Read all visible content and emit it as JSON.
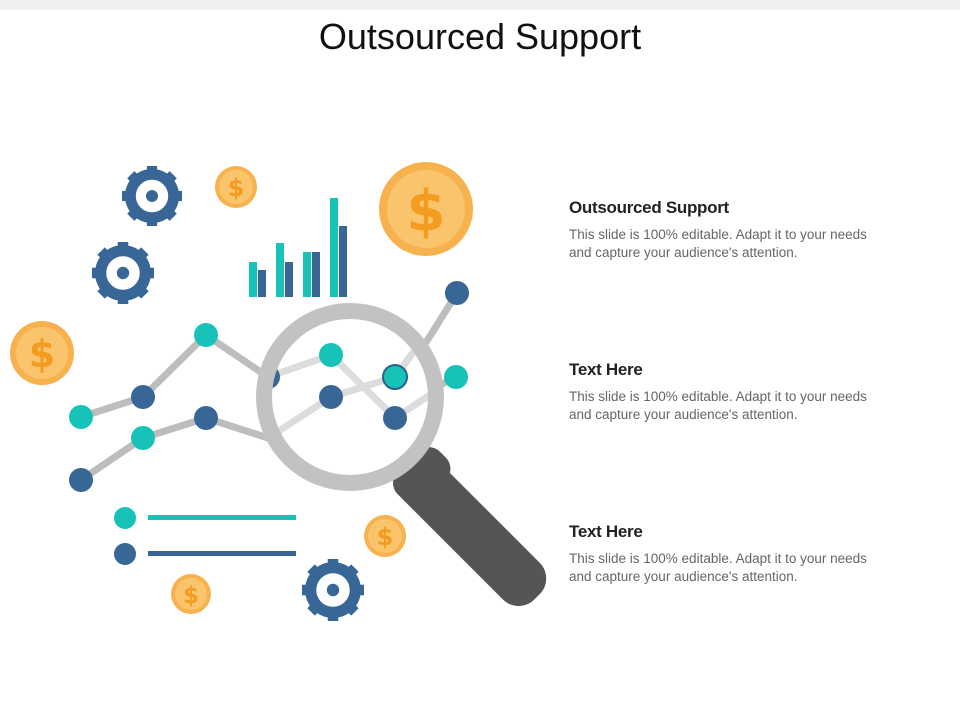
{
  "slide": {
    "title": "Outsourced Support"
  },
  "colors": {
    "teal": "#17c3b9",
    "navy": "#376697",
    "coin": "#f7b24d",
    "coin_inner": "#f9c46c",
    "coin_symbol": "#f39c1f",
    "line_gray": "#bdbdbd",
    "handle": "#555555",
    "lens_ring": "#c2c2c2"
  },
  "coins": {
    "symbol": "$"
  },
  "text_blocks": [
    {
      "heading": "Outsourced Support",
      "body": "This slide is 100% editable. Adapt it to your needs and capture your audience's attention."
    },
    {
      "heading": "Text Here",
      "body": "This slide is 100% editable. Adapt it to your needs and capture your audience's attention."
    },
    {
      "heading": "Text Here",
      "body": "This slide is 100% editable. Adapt it to your needs and capture your audience's attention."
    }
  ],
  "icons": [
    "gear-icon",
    "gear-icon",
    "gear-icon",
    "dollar-coin-icon",
    "dollar-coin-icon",
    "dollar-coin-icon",
    "dollar-coin-icon",
    "dollar-coin-icon",
    "bar-chart-icon",
    "line-chart-icon",
    "magnifying-glass-icon",
    "legend-icon"
  ]
}
